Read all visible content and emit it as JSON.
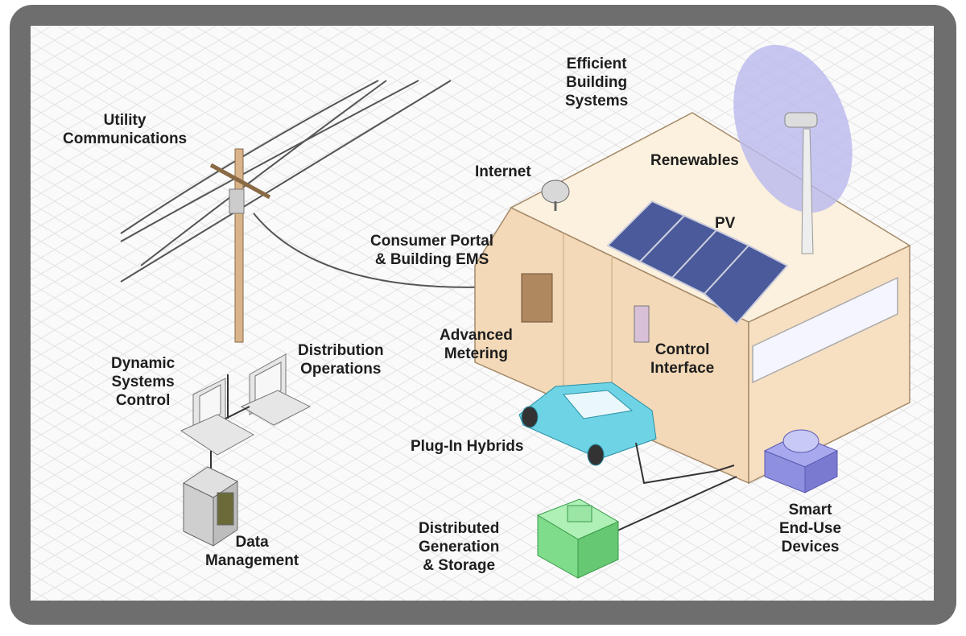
{
  "labels": {
    "utility_communications": [
      "Utility",
      "Communications"
    ],
    "efficient_building_systems": [
      "Efficient",
      "Building",
      "Systems"
    ],
    "renewables": "Renewables",
    "internet": "Internet",
    "pv": "PV",
    "consumer_portal": [
      "Consumer Portal",
      "& Building EMS"
    ],
    "advanced_metering": [
      "Advanced",
      "Metering"
    ],
    "control_interface": [
      "Control",
      "Interface"
    ],
    "dynamic_systems_control": [
      "Dynamic",
      "Systems",
      "Control"
    ],
    "distribution_operations": [
      "Distribution",
      "Operations"
    ],
    "plug_in_hybrids": "Plug-In Hybrids",
    "data_management": [
      "Data",
      "Management"
    ],
    "distributed_generation": [
      "Distributed",
      "Generation",
      "& Storage"
    ],
    "smart_end_use_devices": [
      "Smart",
      "End-Use",
      "Devices"
    ]
  },
  "colors": {
    "frame": "#6e6e6e",
    "building_wall": "#f3d9b8",
    "roof": "#fbf1de",
    "solar_panel": "#4a5a9a",
    "car": "#6fd3e6",
    "generator": "#7fdc8a",
    "device": "#8f8fe0",
    "turbine_disc": "#b9b9ee"
  }
}
